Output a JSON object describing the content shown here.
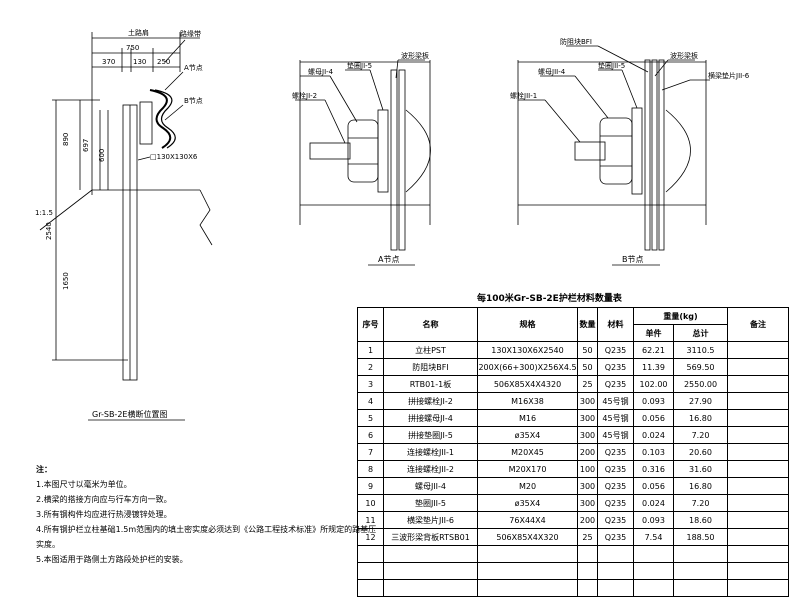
{
  "left_drawing": {
    "top_label": "土路肩",
    "top_dims": [
      "750",
      "370",
      "130",
      "250"
    ],
    "callouts": [
      "路缘带",
      "A节点",
      "B节点"
    ],
    "vertical_dims": [
      "890",
      "697",
      "600",
      "2540",
      "1650"
    ],
    "post_label": "□130X130X6",
    "slope_label": "1:1.5",
    "caption": "Gr-SB-2E横断位置图"
  },
  "node_a": {
    "labels": [
      "螺母JI-4",
      "垫圈JI-5",
      "波形梁板",
      "螺栓JI-2"
    ],
    "caption": "A节点"
  },
  "node_b": {
    "labels": [
      "防阻块BFI",
      "螺母JII-4",
      "垫圈JII-5",
      "波形梁板",
      "螺栓JII-1",
      "横梁垫片JII-6"
    ],
    "caption": "B节点"
  },
  "notes": {
    "title": "注：",
    "items": [
      "1.本图尺寸以毫米为单位。",
      "2.横梁的搭接方向应与行车方向一致。",
      "3.所有钢构件均应进行热浸镀锌处理。",
      "4.所有钢护栏立柱基础1.5m范围内的填土密实度必须达到《公路工程技术标准》所规定的路基压",
      "实度。",
      "5.本图适用于路侧土方路段处护栏的安装。"
    ]
  },
  "table": {
    "title": "每100米Gr-SB-2E护栏材料数量表",
    "headers": {
      "no": "序号",
      "name": "名称",
      "spec": "规格",
      "qty": "数量",
      "material": "材料",
      "weight": "重量(kg)",
      "unit": "单件",
      "total": "总计",
      "remark": "备注"
    },
    "rows": [
      [
        "1",
        "立柱PST",
        "130X130X6X2540",
        "50",
        "Q235",
        "62.21",
        "3110.5",
        ""
      ],
      [
        "2",
        "防阻块BFI",
        "200X(66+300)X256X4.5",
        "50",
        "Q235",
        "11.39",
        "569.50",
        ""
      ],
      [
        "3",
        "RTB01-1板",
        "506X85X4X4320",
        "25",
        "Q235",
        "102.00",
        "2550.00",
        ""
      ],
      [
        "4",
        "拼接螺栓JI-2",
        "M16X38",
        "300",
        "45号钢",
        "0.093",
        "27.90",
        ""
      ],
      [
        "5",
        "拼接螺母JI-4",
        "M16",
        "300",
        "45号钢",
        "0.056",
        "16.80",
        ""
      ],
      [
        "6",
        "拼接垫圈JI-5",
        "ø35X4",
        "300",
        "45号钢",
        "0.024",
        "7.20",
        ""
      ],
      [
        "7",
        "连接螺栓JII-1",
        "M20X45",
        "200",
        "Q235",
        "0.103",
        "20.60",
        ""
      ],
      [
        "8",
        "连接螺栓JII-2",
        "M20X170",
        "100",
        "Q235",
        "0.316",
        "31.60",
        ""
      ],
      [
        "9",
        "螺母JII-4",
        "M20",
        "300",
        "Q235",
        "0.056",
        "16.80",
        ""
      ],
      [
        "10",
        "垫圈JII-5",
        "ø35X4",
        "300",
        "Q235",
        "0.024",
        "7.20",
        ""
      ],
      [
        "11",
        "横梁垫片JII-6",
        "76X44X4",
        "200",
        "Q235",
        "0.093",
        "18.60",
        ""
      ],
      [
        "12",
        "三波形梁背板RTSB01",
        "506X85X4X320",
        "25",
        "Q235",
        "7.54",
        "188.50",
        ""
      ],
      [
        "",
        "",
        "",
        "",
        "",
        "",
        "",
        ""
      ],
      [
        "",
        "",
        "",
        "",
        "",
        "",
        "",
        ""
      ],
      [
        "",
        "",
        "",
        "",
        "",
        "",
        "",
        ""
      ]
    ]
  }
}
